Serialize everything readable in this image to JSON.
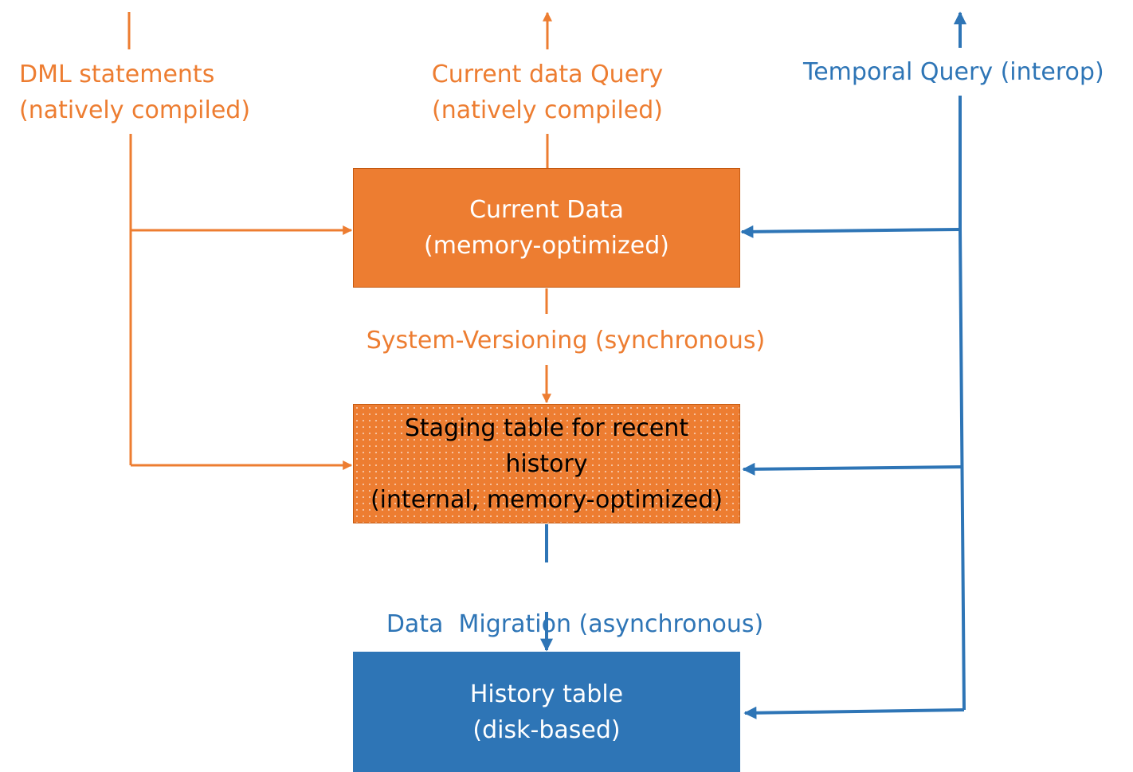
{
  "colors": {
    "orange": "#ED7D31",
    "blue": "#2E75B6",
    "box_text_light": "#FFFFFF",
    "box_text_dark": "#000000"
  },
  "inputs": {
    "dml": {
      "line1": "DML statements",
      "line2": "(natively compiled)"
    },
    "current_query": {
      "line1": "Current data Query",
      "line2": "(natively compiled)"
    },
    "temporal_query": {
      "line1": "Temporal Query (interop)"
    }
  },
  "boxes": {
    "current_data": {
      "line1": "Current Data",
      "line2": "(memory-optimized)"
    },
    "staging_table": {
      "line1": "Staging table for recent",
      "line2": "history",
      "line3": "(internal, memory-optimized)"
    },
    "history_table": {
      "line1": "History table",
      "line2": "(disk-based)"
    }
  },
  "flows": {
    "system_versioning": "System-Versioning (synchronous)",
    "data_migration": "Data  Migration (asynchronous)"
  }
}
